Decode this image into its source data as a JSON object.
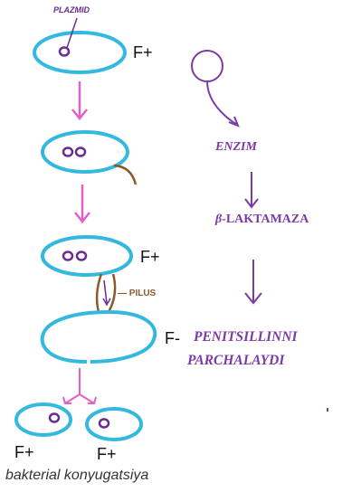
{
  "labels": {
    "plasmid": "PLAZMID",
    "pilus": "— PILUS",
    "f_plus_1": "F+",
    "f_plus_3": "F+",
    "f_minus": "F-",
    "f_plus_left": "F+",
    "f_plus_right": "F+",
    "enzim": "ENZIM",
    "beta": "β",
    "laktamaza": "-LAKTAMAZA",
    "penitsillinni": "PENITSILLINNI",
    "parchalaydi": "PARCHALAYDI",
    "caption": "bakterial konyugatsiya"
  },
  "colors": {
    "cell": "#33b9df",
    "plasmid": "#6a2c8f",
    "process_arrow": "#e25fc4",
    "pilus": "#8b5a2b",
    "enzyme_text": "#7b3aa6",
    "label": "#111111",
    "caption": "#333333"
  }
}
